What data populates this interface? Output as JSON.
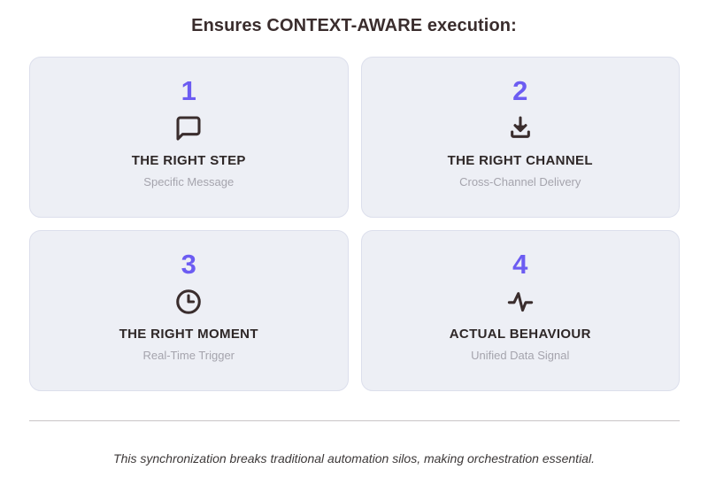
{
  "heading": {
    "text": "Ensures CONTEXT-AWARE execution:"
  },
  "colors": {
    "page_background": "#ffffff",
    "card_background": "#edeff5",
    "card_border": "#dcdfec",
    "number_accent": "#6c5cf2",
    "title_text": "#2e2727",
    "subtitle_text": "#a5a4ad",
    "heading_text": "#3a2d2d",
    "divider": "#c9c5c7",
    "footer_text": "#3c3838"
  },
  "cards": [
    {
      "number": "1",
      "icon": "message-square-icon",
      "title": "THE RIGHT STEP",
      "subtitle": "Specific Message"
    },
    {
      "number": "2",
      "icon": "download-inbox-icon",
      "title": "THE RIGHT CHANNEL",
      "subtitle": "Cross-Channel Delivery"
    },
    {
      "number": "3",
      "icon": "clock-icon",
      "title": "THE RIGHT MOMENT",
      "subtitle": "Real-Time Trigger"
    },
    {
      "number": "4",
      "icon": "activity-pulse-icon",
      "title": "ACTUAL BEHAVIOUR",
      "subtitle": "Unified Data Signal"
    }
  ],
  "footer": {
    "note": "This synchronization breaks traditional automation silos, making orchestration essential."
  }
}
